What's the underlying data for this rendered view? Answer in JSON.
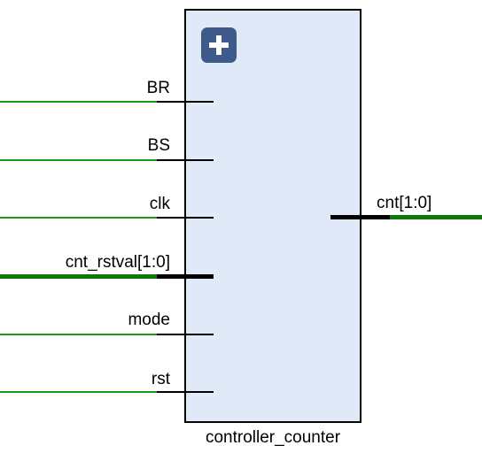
{
  "block": {
    "name": "controller_counter",
    "expand_icon": "plus-icon",
    "fill_color": "#dfe9f7"
  },
  "inputs": [
    {
      "label": "BR",
      "bus": false
    },
    {
      "label": "BS",
      "bus": false
    },
    {
      "label": "clk",
      "bus": false
    },
    {
      "label": "cnt_rstval[1:0]",
      "bus": true
    },
    {
      "label": "mode",
      "bus": false
    },
    {
      "label": "rst",
      "bus": false
    }
  ],
  "outputs": [
    {
      "label": "cnt[1:0]",
      "bus": true
    }
  ],
  "colors": {
    "net": "#1a9c1a",
    "bus_net": "#0a7a0a",
    "pin": "#000000"
  }
}
